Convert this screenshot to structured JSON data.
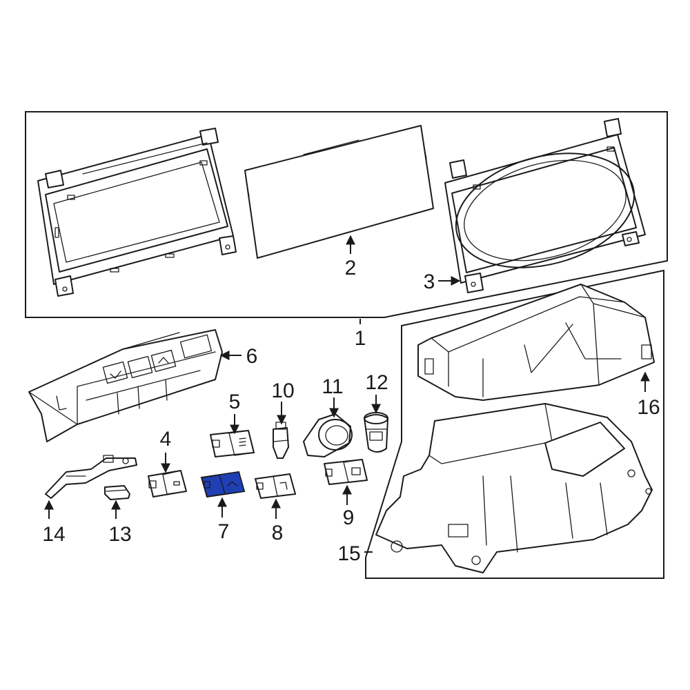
{
  "callouts": {
    "c1": "1",
    "c2": "2",
    "c3": "3",
    "c4": "4",
    "c5": "5",
    "c6": "6",
    "c7": "7",
    "c8": "8",
    "c9": "9",
    "c10": "10",
    "c11": "11",
    "c12": "12",
    "c13": "13",
    "c14": "14",
    "c15": "15",
    "c16": "16"
  },
  "colors": {
    "highlight_part": "#1f3fb4",
    "line": "#1a1a1a",
    "background": "#ffffff"
  }
}
